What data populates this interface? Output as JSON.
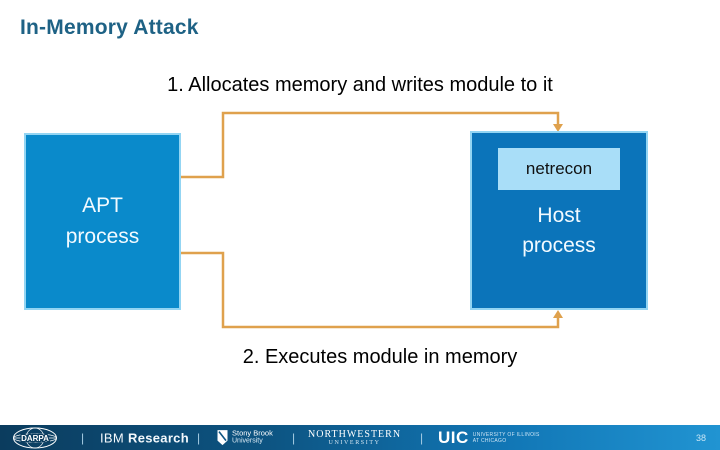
{
  "slide": {
    "title": "In-Memory Attack",
    "step1_text": "1. Allocates memory and writes module to it",
    "step2_text": "2. Executes module in memory"
  },
  "diagram": {
    "apt_box": {
      "line1": "APT",
      "line2": "process"
    },
    "host_box": {
      "line1": "Host",
      "line2": "process"
    },
    "module_label": "netrecon",
    "colors": {
      "apt_fill": "#0a8acb",
      "host_fill": "#0b74ba",
      "box_border": "#93d5f3",
      "module_fill": "#a9def8",
      "arrow": "#dfa14d",
      "title": "#1e6285"
    }
  },
  "footer": {
    "separator": "|",
    "darpa": {
      "label": "DARPA"
    },
    "ibm": {
      "prefix": "IBM",
      "suffix": "Research"
    },
    "stony_brook": {
      "line1": "Stony Brook",
      "line2": "University"
    },
    "northwestern": {
      "line1": "NORTHWESTERN",
      "line2": "UNIVERSITY"
    },
    "uic": {
      "abbrev": "UIC",
      "line1": "UNIVERSITY OF ILLINOIS",
      "line2": "AT CHICAGO"
    },
    "page_number": "38"
  }
}
